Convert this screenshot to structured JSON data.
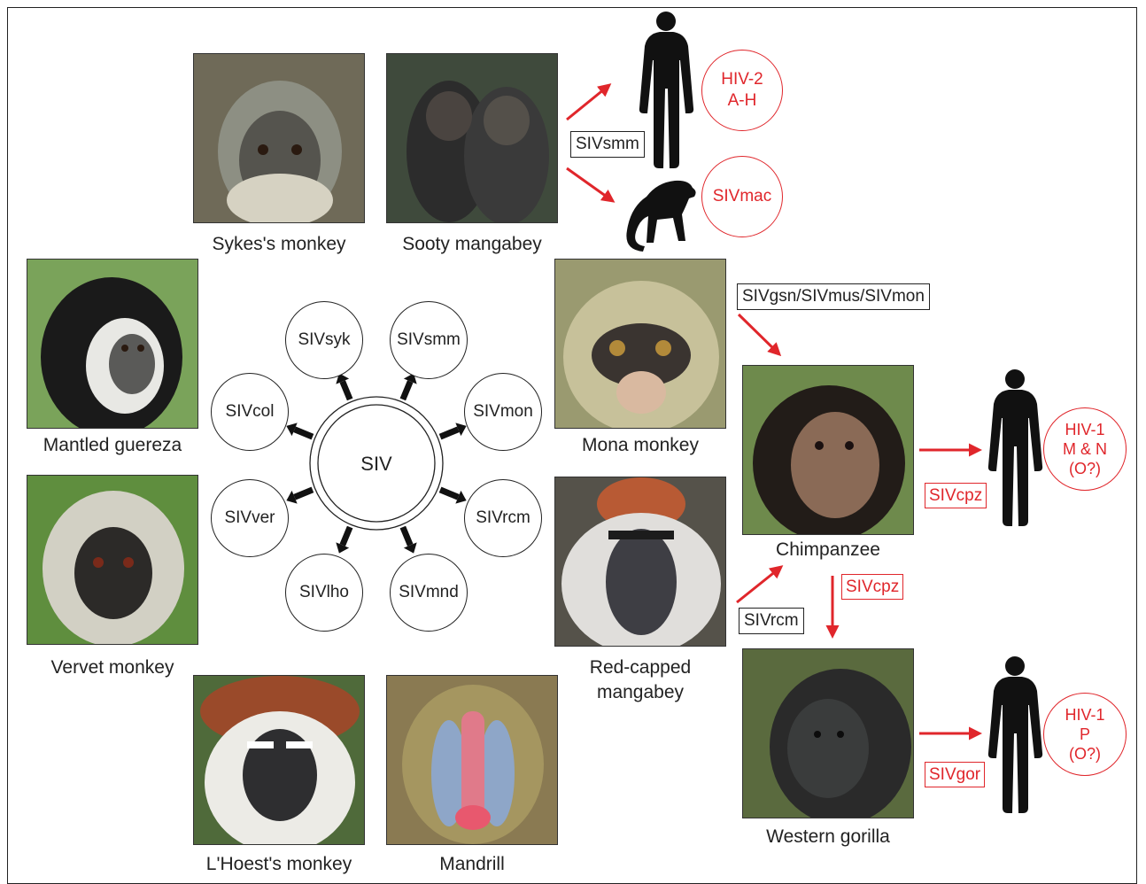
{
  "center": {
    "label": "SIV"
  },
  "spokes": [
    "SIVsyk",
    "SIVsmm",
    "SIVmon",
    "SIVrcm",
    "SIVmnd",
    "SIVlho",
    "SIVver",
    "SIVcol"
  ],
  "primates": {
    "sykes": "Sykes's monkey",
    "sooty": "Sooty mangabey",
    "guereza": "Mantled guereza",
    "vervet": "Vervet monkey",
    "lhoest": "L'Hoest's monkey",
    "mandrill": "Mandrill",
    "mona": "Mona monkey",
    "redcapped": "Red-capped\nmangabey",
    "chimp": "Chimpanzee",
    "gorilla": "Western gorilla"
  },
  "transmissions": {
    "sivsmm": "SIVsmm",
    "gsn": "SIVgsn/SIVmus/SIVmon",
    "rcm": "SIVrcm",
    "cpz1": "SIVcpz",
    "cpz2": "SIVcpz",
    "gor": "SIVgor"
  },
  "outcomes": {
    "hiv2": "HIV-2\nA-H",
    "sivmac": "SIVmac",
    "hiv1mn": "HIV-1\nM & N\n(O?)",
    "hiv1p": "HIV-1\nP\n(O?)"
  },
  "colors": {
    "arrow_red": "#e0262b",
    "line": "#222222"
  }
}
